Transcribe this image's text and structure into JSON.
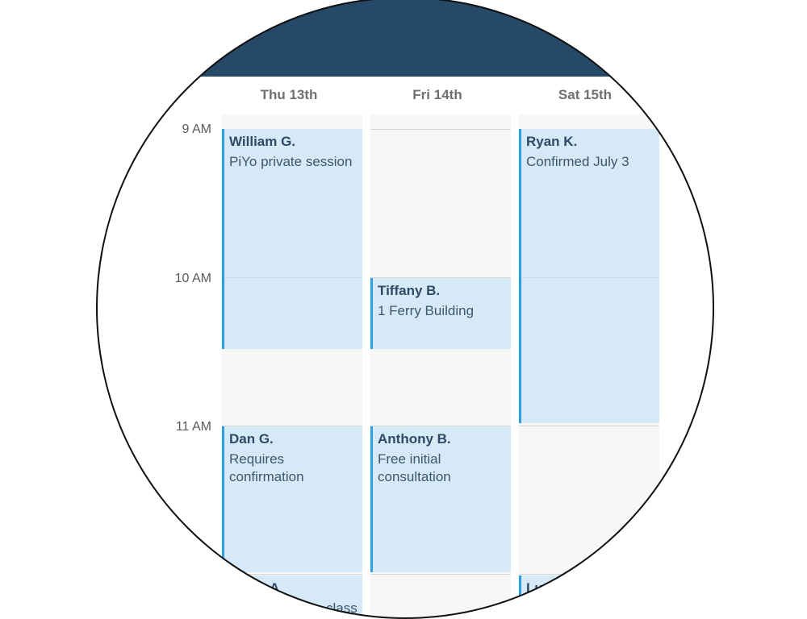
{
  "days": [
    {
      "label": "Thu 13th"
    },
    {
      "label": "Fri 14th"
    },
    {
      "label": "Sat 15th"
    }
  ],
  "times": [
    {
      "label": "9 AM"
    },
    {
      "label": "10 AM"
    },
    {
      "label": "11 AM"
    }
  ],
  "events": [
    {
      "title": "William G.",
      "description": "PiYo private session"
    },
    {
      "title": "Tiffany B.",
      "description": "1 Ferry Building"
    },
    {
      "title": "Ryan K.",
      "description": "Confirmed July 3"
    },
    {
      "title": "Dan G.",
      "description": "Requires confirmation"
    },
    {
      "title": "Anthony B.",
      "description": "Free initial consultation"
    },
    {
      "title": "A",
      "description": "class"
    },
    {
      "title": "Lu",
      "description": ""
    }
  ],
  "colors": {
    "header_bar": "#264968",
    "event_fill": "#d5e9f6",
    "event_accent": "#2f9fe3"
  }
}
